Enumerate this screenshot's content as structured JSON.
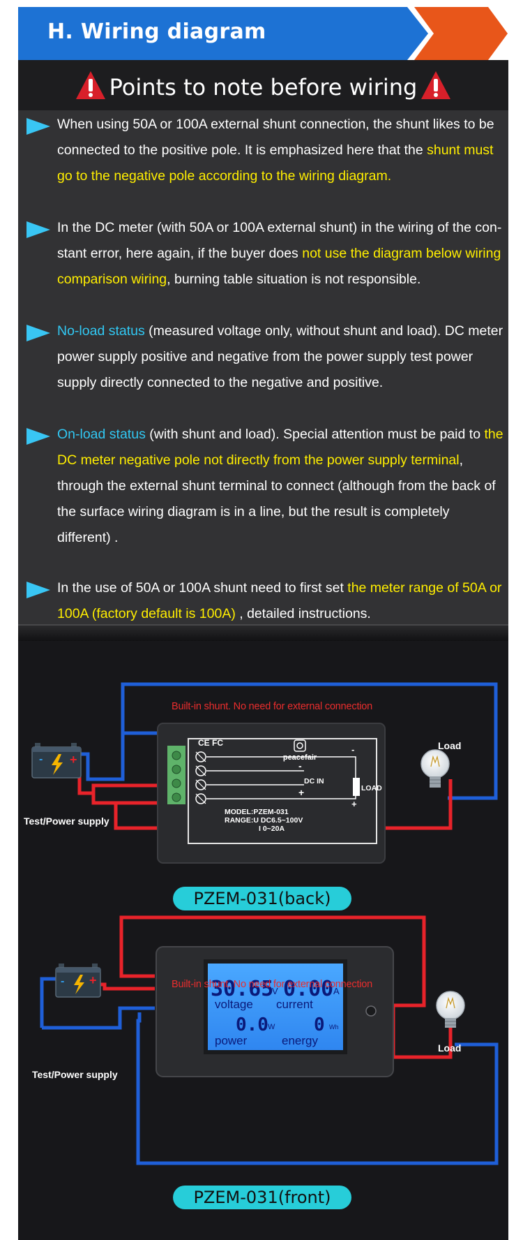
{
  "header": {
    "title": "H. Wiring diagram",
    "colors": {
      "blue": "#1d72d4",
      "orange": "#e8561a"
    }
  },
  "notes": {
    "title": "Points to note before wiring",
    "items": [
      {
        "parts": [
          {
            "text": "When using 50A or 100A external shunt connection, the shunt likes to be connected to the positive pole. It is emphasized here that the ",
            "style": "normal"
          },
          {
            "text": "shunt must go to the negative pole according to the wiring diagram.",
            "style": "yellow"
          }
        ]
      },
      {
        "parts": [
          {
            "text": "In the DC meter (with 50A or 100A external shunt) in the wiring of the con-stant error, here again, if the buyer does ",
            "style": "normal"
          },
          {
            "text": "not use the diagram below wiring comparison wiring",
            "style": "yellow"
          },
          {
            "text": ", burning table situation is not responsible.",
            "style": "normal"
          }
        ]
      },
      {
        "parts": [
          {
            "text": "No-load status",
            "style": "cyan"
          },
          {
            "text": " (measured voltage only, without shunt and load). DC meter power supply positive and negative from the power supply test power supply directly connected to the negative and positive.",
            "style": "normal"
          }
        ]
      },
      {
        "parts": [
          {
            "text": "On-load status",
            "style": "cyan"
          },
          {
            "text": " (with shunt and load). Special attention must be paid to ",
            "style": "normal"
          },
          {
            "text": "the DC meter negative pole not directly from the power supply terminal",
            "style": "yellow"
          },
          {
            "text": ", through the external shunt terminal to connect (although from the back of the surface wiring diagram is in a line, but the result is completely different) .",
            "style": "normal"
          }
        ]
      },
      {
        "parts": [
          {
            "text": "In the use of 50A or 100A shunt need to first set ",
            "style": "normal"
          },
          {
            "text": "the meter range of 50A or 100A (factory default is 100A)",
            "style": "yellow"
          },
          {
            "text": " , detailed instructions.",
            "style": "normal"
          }
        ]
      }
    ]
  },
  "diagram_back": {
    "note": "Built-in shunt. No need for external connection",
    "load_label": "Load",
    "supply_label": "Test/Power supply",
    "brand": "peacefair",
    "cert_marks": "CE FC",
    "terminal_minus": "-",
    "terminal_plus": "+",
    "dc_in": "DC IN",
    "load_tag": "LOAD",
    "model": "MODEL:PZEM-031",
    "range_u": "RANGE:U DC6.5~100V",
    "range_i": "I  0~20A",
    "caption": "PZEM-031(back)"
  },
  "diagram_front": {
    "note": "Built-in shunt. No need for external connection",
    "load_label": "Load",
    "supply_label": "Test/Power supply",
    "lcd": {
      "voltage_value": "30.65",
      "voltage_unit": "V",
      "voltage_label": "voltage",
      "current_value": "0.00",
      "current_unit": "A",
      "current_label": "current",
      "power_value": "0.0",
      "power_unit": "W",
      "power_label": "power",
      "energy_value": "0",
      "energy_unit": "Wh",
      "energy_label": "energy"
    },
    "caption": "PZEM-031(front)"
  },
  "wire_colors": {
    "positive": "#e8232a",
    "negative": "#1f5fd8"
  }
}
